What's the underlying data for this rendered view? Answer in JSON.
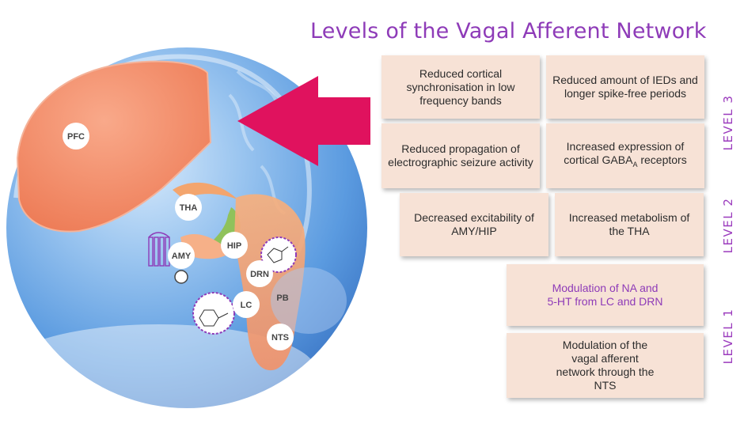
{
  "title": "Levels of the Vagal Afferent Network",
  "levels": {
    "level3": "LEVEL 3",
    "level2": "LEVEL 2",
    "level1": "LEVEL 1"
  },
  "boxes": {
    "b1": "Reduced cortical synchronisation in low frequency bands",
    "b2": "Reduced amount of IEDs and longer spike-free periods",
    "b3": "Reduced propagation of electrographic seizure activity",
    "b4_pre": "Increased expression of cortical GABA",
    "b4_sub": "A",
    "b4_post": " receptors",
    "b5": "Decreased excitability of AMY/HIP",
    "b6": "Increased metabolism of the THA",
    "b7_line1": "Modulation of NA and",
    "b7_line2": "5-HT from LC and DRN",
    "b8": "Modulation of the vagal afferent network through the NTS"
  },
  "brain_labels": {
    "pfc": "PFC",
    "tha": "THA",
    "amy": "AMY",
    "hip": "HIP",
    "drn": "DRN",
    "lc": "LC",
    "pb": "PB",
    "nts": "NTS"
  },
  "colors": {
    "title": "#8e3bb8",
    "level_text": "#9b3bbd",
    "box_fill": "#f7e2d6",
    "arrow": "#e0125e",
    "sphere": "#4f8fd8",
    "cortex": "#f08b63"
  }
}
